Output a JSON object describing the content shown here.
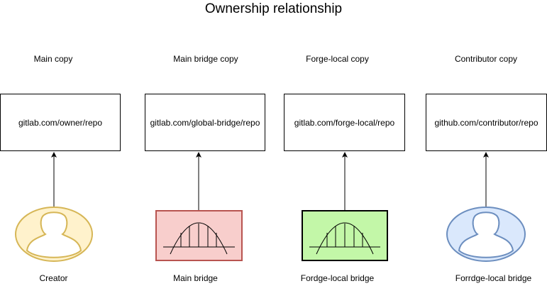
{
  "title": "Ownership relationship",
  "columns": [
    {
      "heading": "Main copy",
      "repo": "gitlab.com/owner/repo",
      "actor": "Creator",
      "actor_icon": "person-icon",
      "actor_color": "#fff2cc",
      "actor_stroke": "#d6b656"
    },
    {
      "heading": "Main bridge copy",
      "repo": "gitlab.com/global-bridge/repo",
      "actor": "Main bridge",
      "actor_icon": "bridge-icon",
      "actor_color": "#f8cecc",
      "actor_stroke": "#b85450"
    },
    {
      "heading": "Forge-local copy",
      "repo": "gitlab.com/forge-local/repo",
      "actor": "Fordge-local bridge",
      "actor_icon": "bridge-icon",
      "actor_color": "#c3f7a8",
      "actor_stroke": "#000000"
    },
    {
      "heading": "Contributor copy",
      "repo": "github.com/contributor/repo",
      "actor": "Forrdge-local bridge",
      "actor_icon": "person-icon",
      "actor_color": "#dae8fc",
      "actor_stroke": "#6c8ebf"
    }
  ]
}
